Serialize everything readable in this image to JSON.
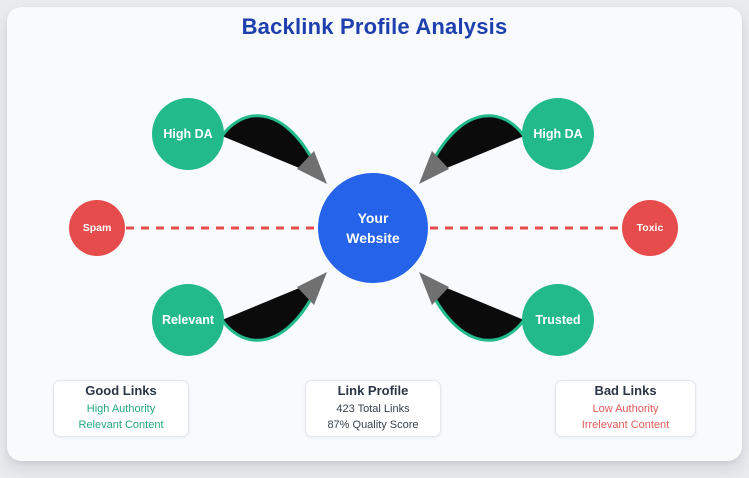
{
  "title": "Backlink Profile Analysis",
  "colors": {
    "title_text": "#1e3fae",
    "good_node": "#22ba8b",
    "bad_node": "#e64c4c",
    "center_node": "#2563eb",
    "arrow_fill": "#0b0b0b",
    "arrowhead": "#707070",
    "dashed_link": "#e64c4c",
    "good_text": "#23a880",
    "bad_text": "#e05a5a",
    "board_bg": "#f8fafc"
  },
  "nodes": {
    "center": {
      "line1": "Your",
      "line2": "Website"
    },
    "high_da_left": {
      "label": "High DA"
    },
    "high_da_right": {
      "label": "High DA"
    },
    "relevant": {
      "label": "Relevant"
    },
    "trusted": {
      "label": "Trusted"
    },
    "spam": {
      "label": "Spam"
    },
    "toxic": {
      "label": "Toxic"
    }
  },
  "cards": {
    "good": {
      "title": "Good Links",
      "line1": "High Authority",
      "line2": "Relevant Content"
    },
    "profile": {
      "title": "Link Profile",
      "line1": "423 Total Links",
      "line2": "87% Quality Score"
    },
    "bad": {
      "title": "Bad Links",
      "line1": "Low Authority",
      "line2": "Irrelevant Content"
    }
  }
}
